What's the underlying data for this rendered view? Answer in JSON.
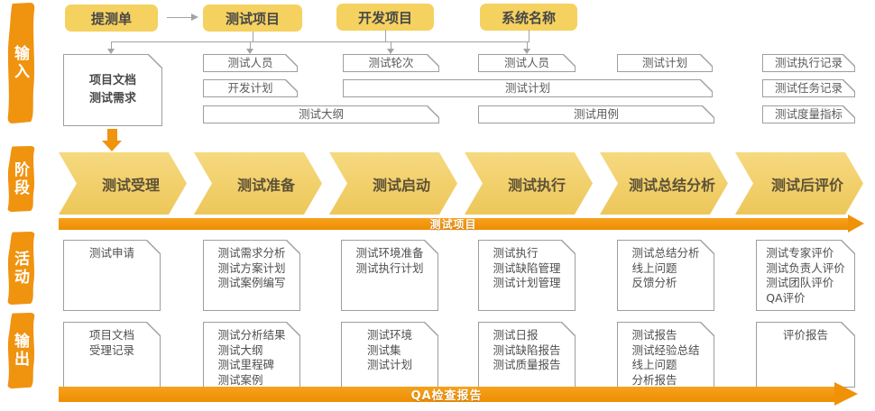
{
  "sidebar": {
    "input": "输入",
    "phase": "阶段",
    "activity": "活动",
    "output": "输出"
  },
  "top_nodes": [
    "提测单",
    "测试项目",
    "开发项目",
    "系统名称"
  ],
  "input": {
    "main": [
      "项目文档",
      "测试需求"
    ],
    "row1": [
      "测试人员",
      "测试轮次",
      "测试人员",
      "测试计划"
    ],
    "row2": [
      "开发计划",
      "测试计划"
    ],
    "row3": [
      "测试大纲",
      "测试用例"
    ],
    "right": [
      "测试执行记录",
      "测试任务记录",
      "测试度量指标"
    ]
  },
  "phases": [
    "测试受理",
    "测试准备",
    "测试启动",
    "测试执行",
    "测试总结分析",
    "测试后评价"
  ],
  "phase_bar_label": "测试项目",
  "activities": [
    [
      "测试申请"
    ],
    [
      "测试需求分析",
      "测试方案计划",
      "测试案例编写"
    ],
    [
      "测试环境准备",
      "测试执行计划"
    ],
    [
      "测试执行",
      "测试缺陷管理",
      "测试计划管理"
    ],
    [
      "测试总结分析",
      "线上问题",
      "反馈分析"
    ],
    [
      "测试专家评价",
      "测试负责人评价",
      "测试团队评价",
      "QA评价"
    ]
  ],
  "outputs": [
    [
      "项目文档",
      "受理记录"
    ],
    [
      "测试分析结果",
      "测试大纲",
      "测试里程碑",
      "测试案例"
    ],
    [
      "测试环境",
      "测试集",
      "测试计划"
    ],
    [
      "测试日报",
      "测试缺陷报告",
      "测试质量报告"
    ],
    [
      "测试报告",
      "测试经验总结",
      "线上问题",
      "分析报告"
    ],
    [
      "评价报告"
    ]
  ],
  "output_bar_label": "QA检查报告",
  "colors": {
    "accent_orange": "#F0930F",
    "node_yellow": "#F5D160",
    "chevron_yellow": "#F2D06D",
    "border_gray": "#9E9E9E",
    "text_dark": "#4F4F4F"
  }
}
